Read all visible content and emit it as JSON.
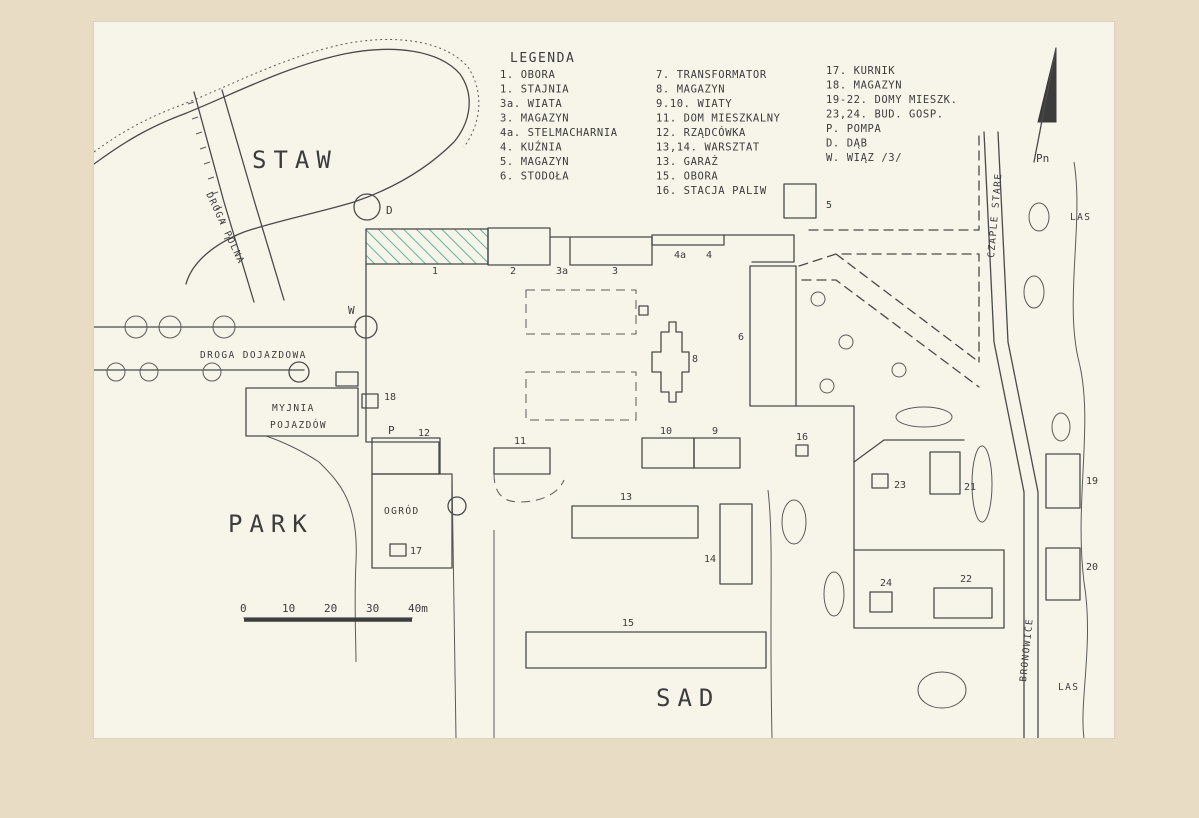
{
  "legend": {
    "title": "LEGENDA",
    "col1": [
      "1. OBORA",
      "1. STAJNIA",
      "3a. WIATA",
      "3. MAGAZYN",
      "4a. STELMACHARNIA",
      "4. KUŹNIA",
      "5. MAGAZYN",
      "6. STODOŁA"
    ],
    "col2": [
      "7. TRANSFORMATOR",
      "8. MAGAZYN",
      "9.10. WIATY",
      "11. DOM MIESZKALNY",
      "12. RZĄDCÓWKA",
      "13,14. WARSZTAT",
      "13. GARAŻ",
      "15. OBORA",
      "16. STACJA PALIW"
    ],
    "col3": [
      "17. KURNIK",
      "18. MAGAZYN",
      "19-22. DOMY MIESZK.",
      "23,24. BUD. GOSP.",
      "P. POMPA",
      "D. DĄB",
      "W. WIĄZ /3/"
    ]
  },
  "areas": {
    "staw": "STAW",
    "park": "PARK",
    "sad": "SAD",
    "ogrod": "OGRÓD",
    "myjnia_1": "MYJNIA",
    "myjnia_2": "POJAZDÓW",
    "las_1": "LAS",
    "las_2": "LAS"
  },
  "roads": {
    "droga_polna": "DROGA POLNA",
    "droga_dojazdowa": "DROGA DOJAZDOWA",
    "czaple_stare": "CZAPLE STARE",
    "bronowice": "BRONOWICE"
  },
  "symbols": {
    "d": "D",
    "w": "W",
    "p": "P",
    "north": "Pn"
  },
  "scale": {
    "ticks": [
      "0",
      "10",
      "20",
      "30",
      "40m"
    ]
  },
  "numbers": {
    "n1": "1",
    "n2": "2",
    "n3a": "3a",
    "n3": "3",
    "n4a": "4a",
    "n4": "4",
    "n5": "5",
    "n6": "6",
    "n8": "8",
    "n9": "9",
    "n10": "10",
    "n11": "11",
    "n12": "12",
    "n13": "13",
    "n14": "14",
    "n15": "15",
    "n16": "16",
    "n17": "17",
    "n18": "18",
    "n19": "19",
    "n20": "20",
    "n21": "21",
    "n22": "22",
    "n23": "23",
    "n24": "24"
  },
  "colors": {
    "paper": "#f7f4ea",
    "background": "#e9dcc4",
    "pencil": "#4a4a4a",
    "hatch": "#3aa58a"
  }
}
